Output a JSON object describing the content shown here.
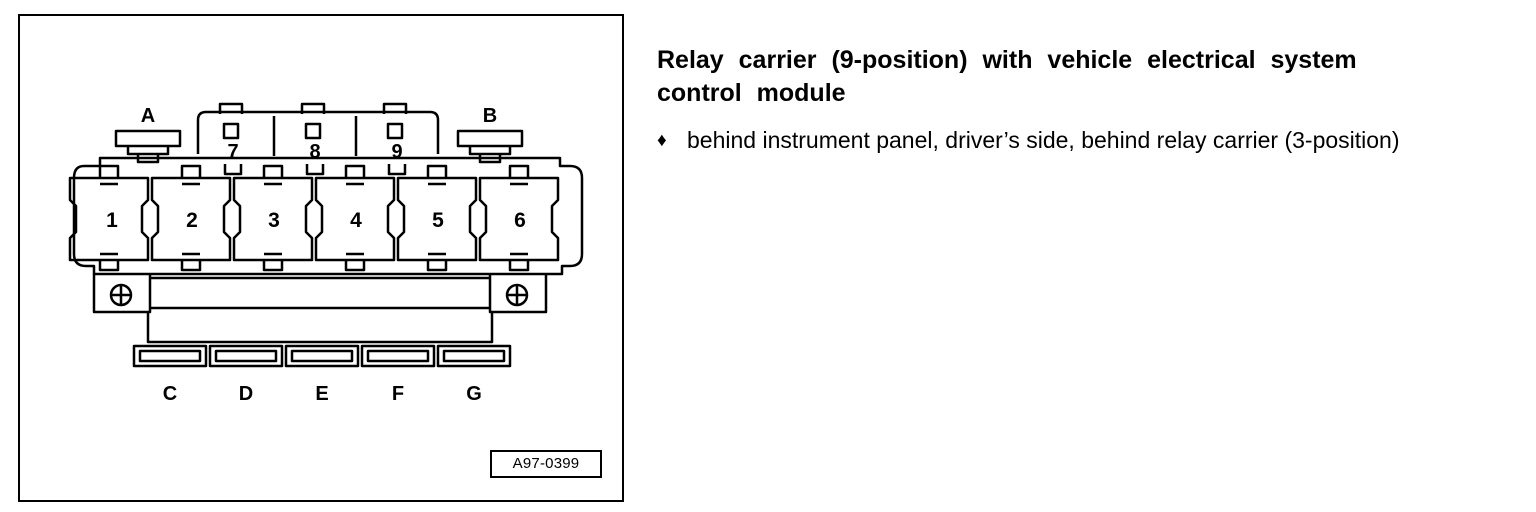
{
  "figure": {
    "code": "A97-0399",
    "top_labels": [
      "A",
      "B"
    ],
    "relay_positions": [
      "1",
      "2",
      "3",
      "4",
      "5",
      "6"
    ],
    "upper_positions": [
      "7",
      "8",
      "9"
    ],
    "bottom_labels": [
      "C",
      "D",
      "E",
      "F",
      "G"
    ]
  },
  "description": {
    "heading": "Relay carrier (9-position) with vehicle electrical system control module",
    "bullet_icon": "diamond-bullet",
    "bullet_text": "behind instrument panel, driver’s side, behind relay carrier (3-position)"
  }
}
